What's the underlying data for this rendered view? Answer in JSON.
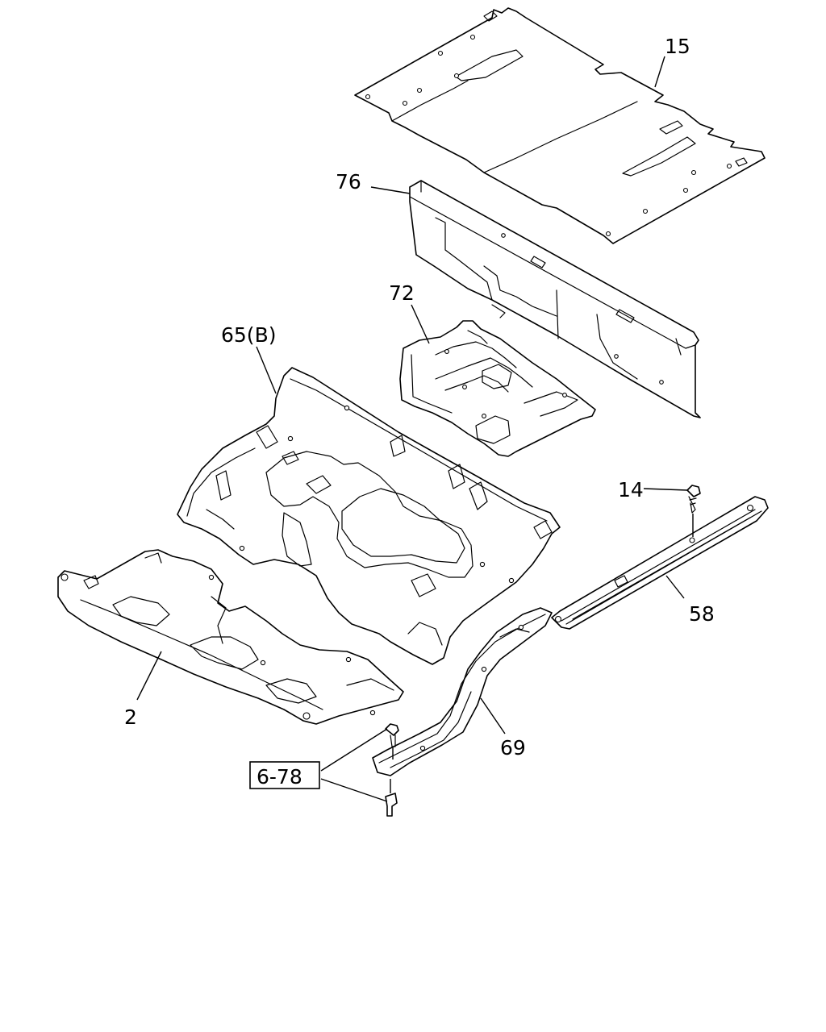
{
  "callouts": {
    "p15": "15",
    "p76": "76",
    "p72": "72",
    "p65b": "65(B)",
    "p14": "14",
    "p58": "58",
    "p2": "2",
    "p69": "69",
    "ref_6_78": "6-78"
  }
}
